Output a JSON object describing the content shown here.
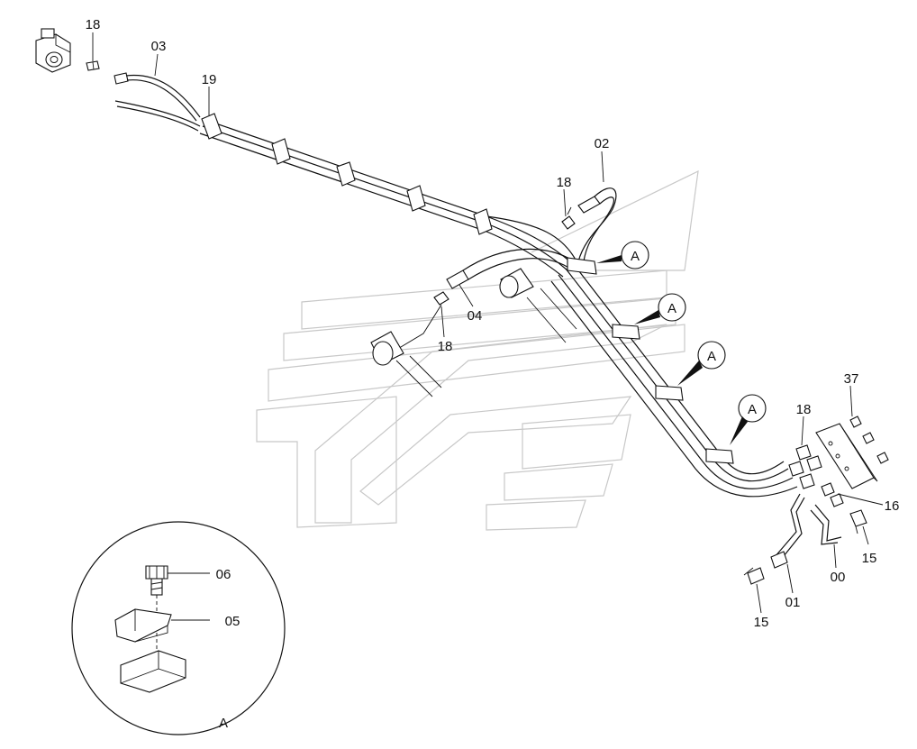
{
  "parts": {
    "p18_top": "18",
    "p03": "03",
    "p19": "19",
    "p02": "02",
    "p18_mid": "18",
    "p04": "04",
    "p18_low": "18",
    "p37": "37",
    "p18_right": "18",
    "p16": "16",
    "p15_right": "15",
    "p00": "00",
    "p01": "01",
    "p15_bottom": "15",
    "p06": "06",
    "p05": "05"
  },
  "callouts": [
    "A",
    "A",
    "A",
    "A"
  ],
  "detail": {
    "label": "A"
  }
}
